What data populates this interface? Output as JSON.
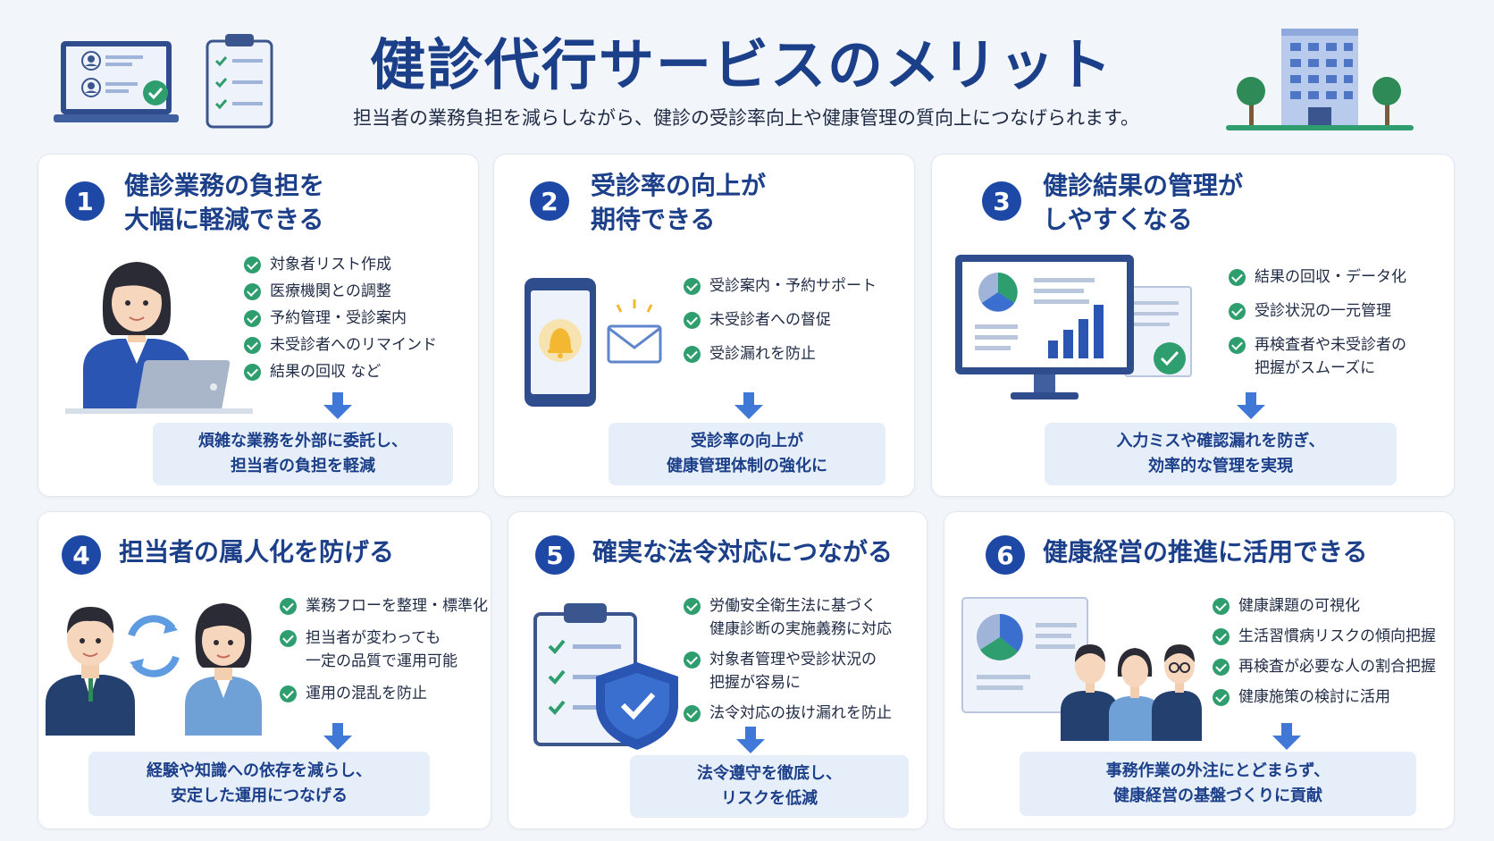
{
  "header": {
    "title": "健診代行サービスのメリット",
    "subtitle": "担当者の業務負担を減らしながら、健診の受診率向上や健康管理の質向上につなげられます。"
  },
  "colors": {
    "accent": "#1d48a6",
    "title": "#1c3f8a",
    "check": "#2e9e6e",
    "result_bg": "#e6eef9",
    "bell": "#f4b731"
  },
  "cards": [
    {
      "number": "1",
      "title_lines": [
        "健診業務の負担を",
        "大幅に軽減できる"
      ],
      "items": [
        [
          "対象者リスト作成"
        ],
        [
          "医療機関との調整"
        ],
        [
          "予約管理・受診案内"
        ],
        [
          "未受診者へのリマインド"
        ],
        [
          "結果の回収 など"
        ]
      ],
      "result_lines": [
        "煩雑な業務を外部に委託し、",
        "担当者の負担を軽減"
      ],
      "icon": "woman-laptop-icon"
    },
    {
      "number": "2",
      "title_lines": [
        "受診率の向上が",
        "期待できる"
      ],
      "items": [
        [
          "受診案内・予約サポート"
        ],
        [
          "未受診者への督促"
        ],
        [
          "受診漏れを防止"
        ]
      ],
      "result_lines": [
        "受診率の向上が",
        "健康管理体制の強化に"
      ],
      "icon": "phone-bell-icon"
    },
    {
      "number": "3",
      "title_lines": [
        "健診結果の管理が",
        "しやすくなる"
      ],
      "items": [
        [
          "結果の回収・データ化"
        ],
        [
          "受診状況の一元管理"
        ],
        [
          "再検査者や未受診者の",
          "把握がスムーズに"
        ]
      ],
      "result_lines": [
        "入力ミスや確認漏れを防ぎ、",
        "効率的な管理を実現"
      ],
      "icon": "monitor-chart-icon"
    },
    {
      "number": "4",
      "title_lines": [
        "担当者の属人化を防げる"
      ],
      "items": [
        [
          "業務フローを整理・標準化"
        ],
        [
          "担当者が変わっても",
          "一定の品質で運用可能"
        ],
        [
          "運用の混乱を防止"
        ]
      ],
      "result_lines": [
        "経験や知識への依存を減らし、",
        "安定した運用につなげる"
      ],
      "icon": "handover-icon"
    },
    {
      "number": "5",
      "title_lines": [
        "確実な法令対応につながる"
      ],
      "items": [
        [
          "労働安全衛生法に基づく",
          "健康診断の実施義務に対応"
        ],
        [
          "対象者管理や受診状況の",
          "把握が容易に"
        ],
        [
          "法令対応の抜け漏れを防止"
        ]
      ],
      "result_lines": [
        "法令遵守を徹底し、",
        "リスクを低減"
      ],
      "icon": "clipboard-shield-icon"
    },
    {
      "number": "6",
      "title_lines": [
        "健康経営の推進に活用できる"
      ],
      "items": [
        [
          "健康課題の可視化"
        ],
        [
          "生活習慣病リスクの傾向把握"
        ],
        [
          "再検査が必要な人の割合把握"
        ],
        [
          "健康施策の検討に活用"
        ]
      ],
      "result_lines": [
        "事務作業の外注にとどまらず、",
        "健康経営の基盤づくりに貢献"
      ],
      "icon": "team-report-icon"
    }
  ]
}
